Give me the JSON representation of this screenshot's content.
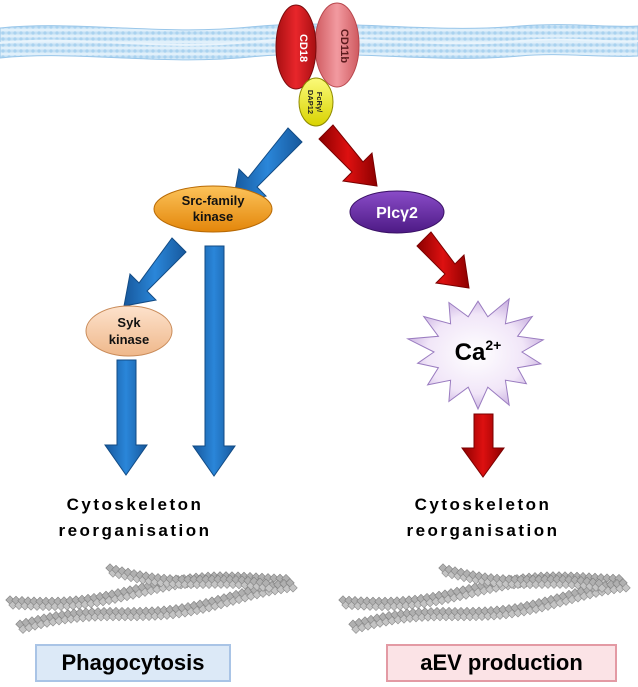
{
  "labels": {
    "cd18": "CD18",
    "cd11b": "CD11b",
    "fcr_line1": "FcRγ/",
    "fcr_line2": "DAP12",
    "src_line1": "Src-family",
    "src_line2": "kinase",
    "plc": "Plcγ2",
    "syk_line1": "Syk",
    "syk_line2": "kinase",
    "ca_base": "Ca",
    "ca_sup": "2+",
    "left_cyto_line1": "Cytoskeleton",
    "left_cyto_line2": "reorganisation",
    "right_cyto_line1": "Cytoskeleton",
    "right_cyto_line2": "reorganisation",
    "phagocytosis": "Phagocytosis",
    "aev_production": "aEV production"
  },
  "colors": {
    "membrane": "#cfe6f7",
    "cd18": "#d7191c",
    "cd11b": "#e9787d",
    "fcr": "#f4f01a",
    "src": "#f7a21b",
    "plc": "#6a2ea8",
    "syk": "#f7c9a4",
    "blue_arrow": "#1f6fbf",
    "red_arrow": "#c00000",
    "ca_burst": "#ece0f5",
    "actin": "#a6a6a6"
  }
}
